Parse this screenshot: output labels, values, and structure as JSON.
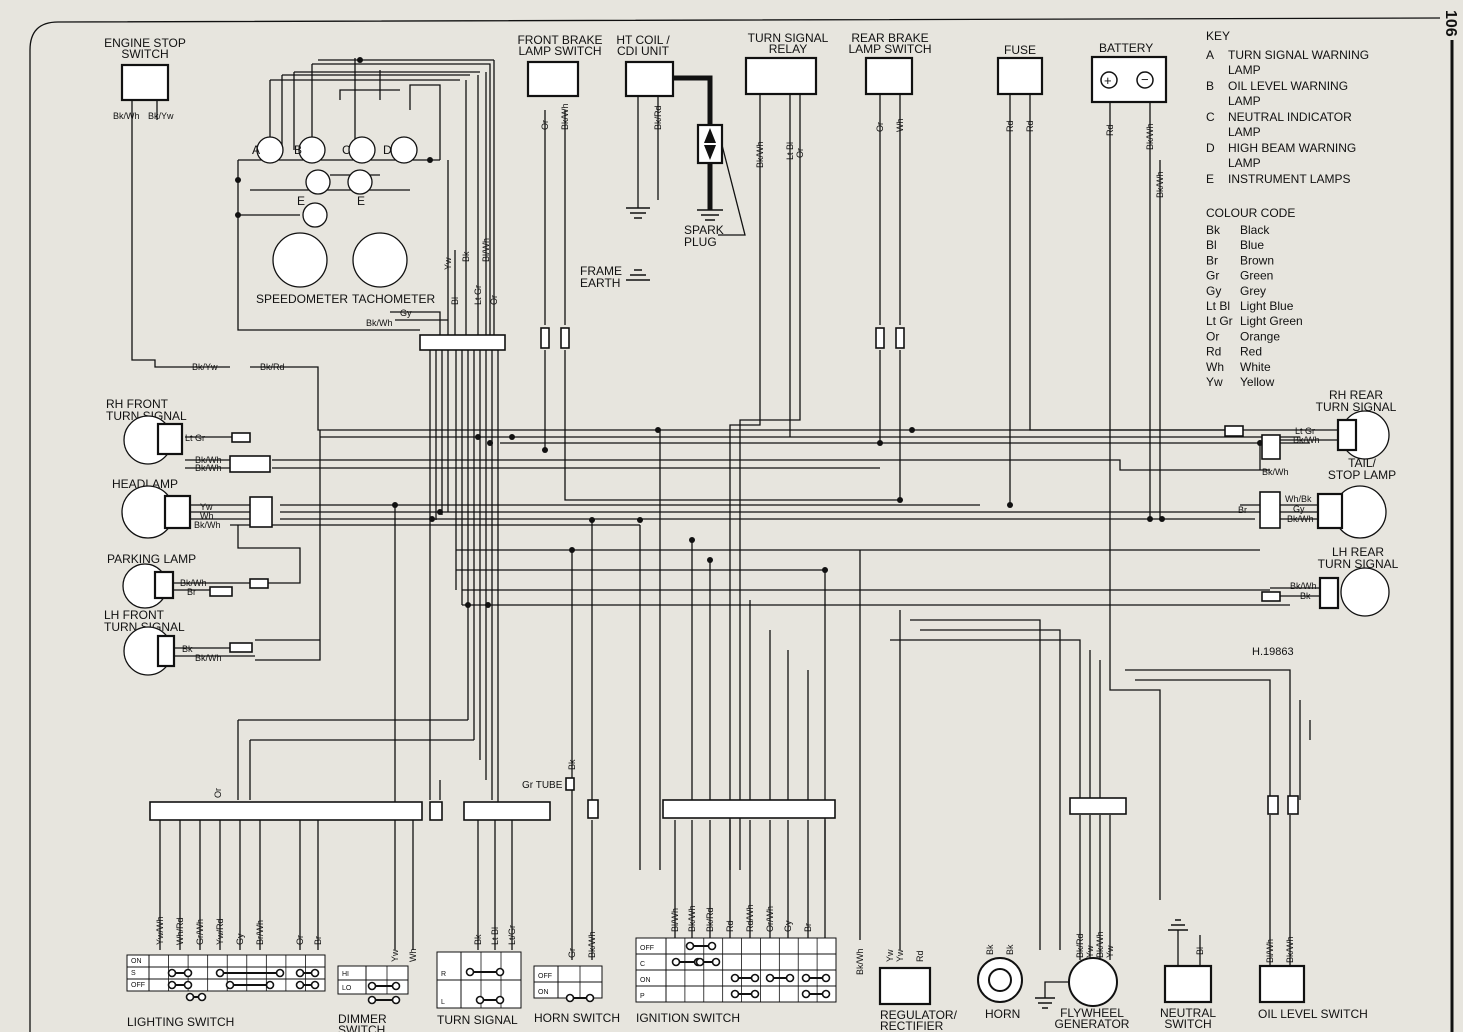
{
  "page_number": "106",
  "drawing_ref": "H.19863",
  "components": {
    "engine_stop_switch": "ENGINE STOP\nSWITCH",
    "front_brake_lamp_switch": "FRONT BRAKE\nLAMP SWITCH",
    "ht_coil_cdi": "HT COIL /\nCDI UNIT",
    "turn_signal_relay": "TURN SIGNAL\nRELAY",
    "rear_brake_lamp_switch": "REAR BRAKE\nLAMP SWITCH",
    "fuse": "FUSE",
    "battery": "BATTERY",
    "spark_plug": "SPARK\nPLUG",
    "frame_earth": "FRAME\nEARTH",
    "speedometer": "SPEEDOMETER",
    "tachometer": "TACHOMETER",
    "rh_front_turn_signal": "RH FRONT\nTURN SIGNAL",
    "headlamp": "HEADLAMP",
    "parking_lamp": "PARKING LAMP",
    "lh_front_turn_signal": "LH FRONT\nTURN SIGNAL",
    "rh_rear_turn_signal": "RH REAR\nTURN SIGNAL",
    "tail_stop_lamp": "TAIL/\nSTOP LAMP",
    "lh_rear_turn_signal": "LH REAR\nTURN SIGNAL",
    "gr_tube": "Gr TUBE",
    "lighting_switch": "LIGHTING SWITCH",
    "dimmer_switch": "DIMMER\nSWITCH",
    "turn_signal_switch": "TURN SIGNAL",
    "horn_switch": "HORN SWITCH",
    "ignition_switch": "IGNITION SWITCH",
    "regulator_rectifier": "REGULATOR/\nRECTIFIER",
    "horn": "HORN",
    "flywheel_generator": "FLYWHEEL\nGENERATOR",
    "neutral_switch": "NEUTRAL\nSWITCH",
    "oil_level_switch": "OIL LEVEL SWITCH"
  },
  "key": {
    "title": "KEY",
    "items": [
      {
        "letter": "A",
        "text": "TURN SIGNAL WARNING\nLAMP"
      },
      {
        "letter": "B",
        "text": "OIL LEVEL WARNING\nLAMP"
      },
      {
        "letter": "C",
        "text": "NEUTRAL INDICATOR\nLAMP"
      },
      {
        "letter": "D",
        "text": "HIGH BEAM WARNING\nLAMP"
      },
      {
        "letter": "E",
        "text": "INSTRUMENT LAMPS"
      }
    ]
  },
  "colour_code": {
    "title": "COLOUR CODE",
    "items": [
      {
        "code": "Bk",
        "name": "Black"
      },
      {
        "code": "Bl",
        "name": "Blue"
      },
      {
        "code": "Br",
        "name": "Brown"
      },
      {
        "code": "Gr",
        "name": "Green"
      },
      {
        "code": "Gy",
        "name": "Grey"
      },
      {
        "code": "Lt Bl",
        "name": "Light Blue"
      },
      {
        "code": "Lt Gr",
        "name": "Light Green"
      },
      {
        "code": "Or",
        "name": "Orange"
      },
      {
        "code": "Rd",
        "name": "Red"
      },
      {
        "code": "Wh",
        "name": "White"
      },
      {
        "code": "Yw",
        "name": "Yellow"
      }
    ]
  },
  "instrument_lamps": [
    "A",
    "B",
    "C",
    "D",
    "E",
    "E"
  ],
  "wire_labels": {
    "engine_stop": [
      "Bk/Wh",
      "Bk/Yw"
    ],
    "engine_stop_connector": [
      "Bk/Yw",
      "Bk/Rd"
    ],
    "front_brake": [
      "Or",
      "Bk/Wh"
    ],
    "cdi": [
      "Bk/Rd"
    ],
    "relay": [
      "Bk/Wh",
      "Lt Bl",
      "Or"
    ],
    "rear_brake": [
      "Or",
      "Wh"
    ],
    "fuse": [
      "Rd",
      "Rd"
    ],
    "battery": [
      "Rd",
      "Bk/Wh",
      "Bk/Wh"
    ],
    "harness_top": [
      "Yw",
      "Bk",
      "Bl/Wh",
      "Bl",
      "Lt Gr",
      "Or"
    ],
    "speedo_gy": "Gy",
    "speedo_bkwh": "Bk/Wh",
    "rh_front": [
      "Lt Gr"
    ],
    "headlamp_bkwh": [
      "Bk/Wh",
      "Bk/Wh"
    ],
    "headlamp": [
      "Yw",
      "Wh",
      "Bk/Wh"
    ],
    "parking": [
      "Bk/Wh",
      "Br"
    ],
    "lh_front": [
      "Bk",
      "Bk/Wh"
    ],
    "rh_rear": [
      "Lt Gr",
      "Bk/Wh"
    ],
    "tail_bkwh": "Bk/Wh",
    "tail": [
      "Wh/Bk",
      "Gy",
      "Bk/Wh"
    ],
    "tail_br": "Br",
    "lh_rear": [
      "Bk/Wh",
      "Bk"
    ],
    "lighting_or": "Or",
    "gr_tube_bk": "Bk",
    "lighting": [
      "Yw/Wh",
      "Wh/Rd",
      "Gr/Wh",
      "Yw/Rd",
      "Gy",
      "Br/Wh",
      "Or",
      "Br"
    ],
    "dimmer": [
      "Yw",
      "Wh"
    ],
    "turn": [
      "Bk",
      "Lt Bl",
      "Lt/Gr"
    ],
    "horn_sw": [
      "Gr",
      "Bk/Wh"
    ],
    "ignition": [
      "Bl/Wh",
      "Bk/Wh",
      "Bk/Rd",
      "Rd",
      "Rd/Wh",
      "Or/Wh",
      "Gy",
      "Br"
    ],
    "regulator": [
      "Bk/Wh",
      "Yw",
      "Yw",
      "Rd"
    ],
    "horn": [
      "Bk",
      "Bk"
    ],
    "flywheel": [
      "Bk/Rd",
      "Yw",
      "Bk/Wh",
      "Yw"
    ],
    "neutral": [
      "Bl"
    ],
    "oil": [
      "Bl/Wh",
      "Bk/Wh"
    ]
  },
  "switch_grids": {
    "lighting": [
      "ON",
      "S",
      "OFF"
    ],
    "dimmer": [
      "HI",
      "LO"
    ],
    "turn": [
      "R",
      "L"
    ],
    "horn": [
      "OFF",
      "ON"
    ],
    "ignition": [
      "OFF",
      "C",
      "ON",
      "P"
    ]
  }
}
